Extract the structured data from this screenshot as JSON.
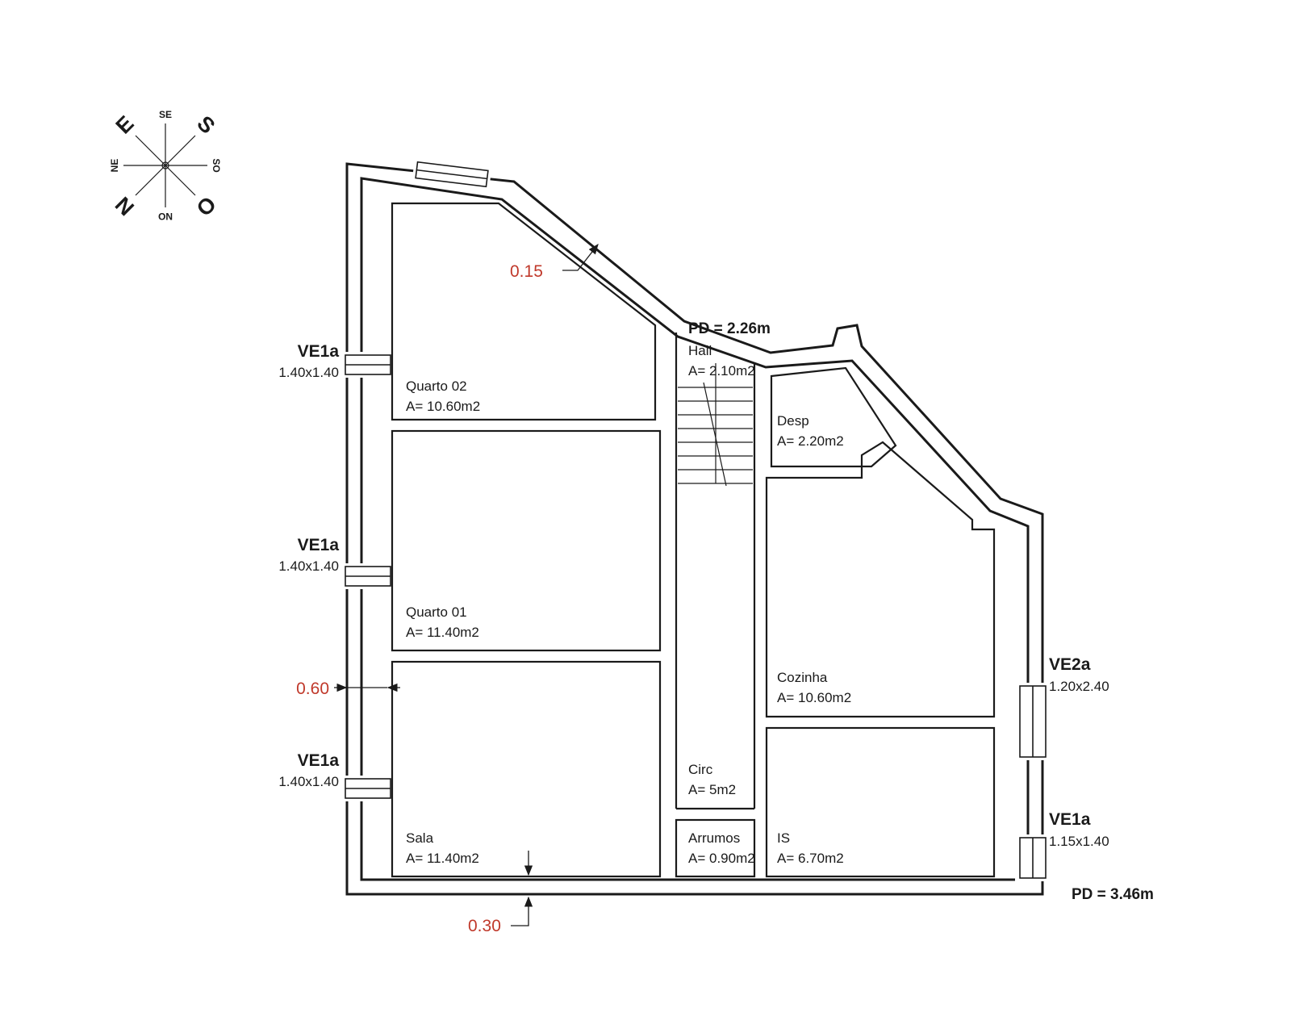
{
  "compass": {
    "n": "N",
    "s": "S",
    "e": "E",
    "o": "O",
    "ne": "NE",
    "se": "SE",
    "so": "SO",
    "no": "NO"
  },
  "rooms": {
    "quarto02": {
      "name": "Quarto 02",
      "area": "A= 10.60m2"
    },
    "quarto01": {
      "name": "Quarto 01",
      "area": "A= 11.40m2"
    },
    "sala": {
      "name": "Sala",
      "area": "A= 11.40m2"
    },
    "hall": {
      "name": "Hall",
      "area": "A= 2.10m2"
    },
    "desp": {
      "name": "Desp",
      "area": "A= 2.20m2"
    },
    "cozinha": {
      "name": "Cozinha",
      "area": "A= 10.60m2"
    },
    "circ": {
      "name": "Circ",
      "area": "A= 5m2"
    },
    "arrumos": {
      "name": "Arrumos",
      "area": "A= 0.90m2"
    },
    "is": {
      "name": "IS",
      "area": "A= 6.70m2"
    }
  },
  "windows": {
    "left_top": {
      "code": "VE1a",
      "size": "1.40x1.40"
    },
    "left_middle": {
      "code": "VE1a",
      "size": "1.40x1.40"
    },
    "left_bottom": {
      "code": "VE1a",
      "size": "1.40x1.40"
    },
    "right_kitchen": {
      "code": "VE2a",
      "size": "1.20x2.40"
    },
    "right_is": {
      "code": "VE1a",
      "size": "1.15x1.40"
    }
  },
  "ceiling_heights": {
    "hall": "PD = 2.26m",
    "main": "PD = 3.46m"
  },
  "dimensions": {
    "roof_wall": "0.15",
    "left_wall": "0.60",
    "bottom_wall": "0.30"
  },
  "colors": {
    "line": "#1a1a1a",
    "dimension_text": "#c0392b"
  }
}
